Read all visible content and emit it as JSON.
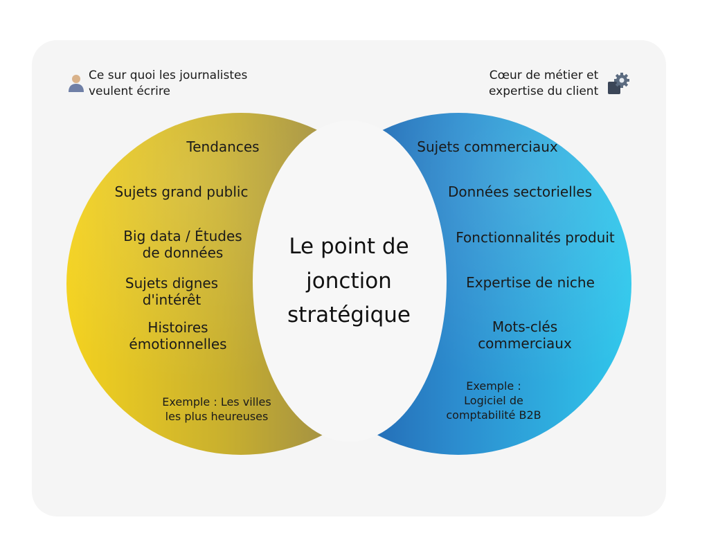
{
  "corner_left": {
    "lines": [
      "Ce sur quoi les journalistes",
      "veulent écrire"
    ],
    "icon": "person-icon"
  },
  "corner_right": {
    "lines": [
      "Cœur de métier et",
      "expertise du client"
    ],
    "icon": "gear-icon"
  },
  "center": {
    "lines": [
      "Le point de",
      "jonction",
      "stratégique"
    ]
  },
  "left_circle": {
    "items": [
      [
        "Tendances"
      ],
      [
        "Sujets grand public"
      ],
      [
        "Big data / Études",
        "de données"
      ],
      [
        "Sujets dignes",
        "d'intérêt"
      ],
      [
        "Histoires",
        "émotionnelles"
      ]
    ],
    "example": [
      "Exemple : Les villes",
      "les plus heureuses"
    ]
  },
  "right_circle": {
    "items": [
      [
        "Sujets commerciaux"
      ],
      [
        "Données sectorielles"
      ],
      [
        "Fonctionnalités produit"
      ],
      [
        "Expertise de niche"
      ],
      [
        "Mots-clés",
        "commerciaux"
      ]
    ],
    "example": [
      "Exemple :",
      "Logiciel de",
      "comptabilité B2B"
    ]
  },
  "colors": {
    "left_yellow": "#f2cf22",
    "left_olive": "#8b7d52",
    "right_dark_blue": "#1f56a8",
    "right_cyan": "#2ec3ea",
    "center_fill": "#f7f7f7",
    "card_bg": "#f5f5f5"
  }
}
